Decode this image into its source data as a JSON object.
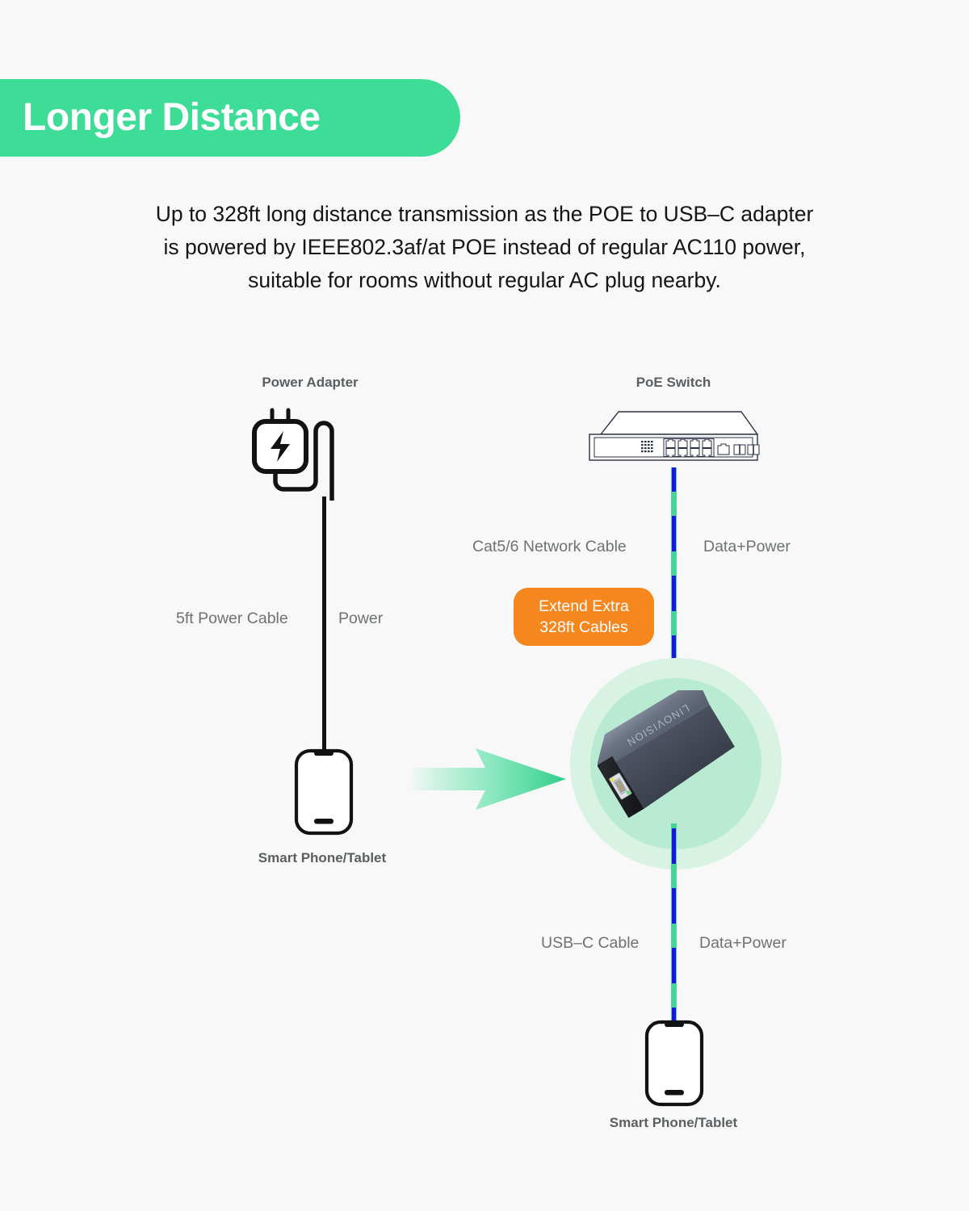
{
  "banner": {
    "title": "Longer Distance",
    "color": "#3ddc97"
  },
  "description": {
    "line1": "Up to 328ft long distance transmission as the POE to USB–C adapter",
    "line2": "is powered by IEEE802.3af/at POE instead of regular AC110 power,",
    "line3": "suitable for rooms without regular AC plug nearby."
  },
  "diagram": {
    "power_adapter_label": "Power Adapter",
    "poe_switch_label": "PoE Switch",
    "phone_left_label": "Smart Phone/Tablet",
    "phone_bottom_label": "Smart Phone/Tablet",
    "power_cable_label": "5ft Power Cable",
    "power_signal_label": "Power",
    "network_cable_label": "Cat5/6 Network Cable",
    "network_signal_label": "Data+Power",
    "usbc_cable_label": "USB–C Cable",
    "usbc_signal_label": "Data+Power",
    "badge_line1": "Extend Extra",
    "badge_line2": "328ft Cables",
    "badge_color": "#f6871f",
    "adapter_brand": "LINOVISION",
    "cable_green": "#47d39a",
    "cable_blue": "#1a15e0",
    "arrow_color": "#3ddc97"
  }
}
